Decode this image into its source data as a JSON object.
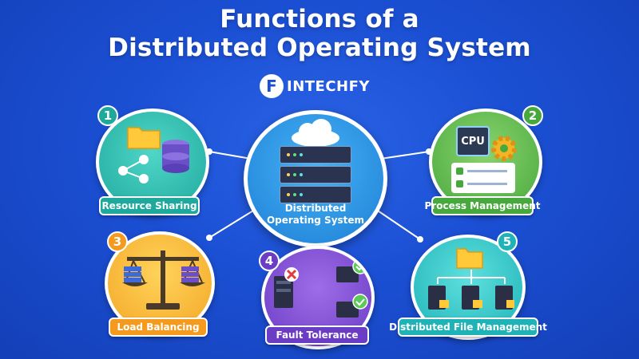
{
  "title": {
    "line1": "Functions of a",
    "line2": "Distributed Operating System"
  },
  "brand": {
    "logo_letter": "F",
    "name": "INTECHFY"
  },
  "center": {
    "label_line1": "Distributed",
    "label_line2": "Operating System"
  },
  "functions": [
    {
      "number": "1",
      "label": "Resource Sharing",
      "color": "#1fa99d"
    },
    {
      "number": "2",
      "label": "Process Management",
      "color": "#47a83d"
    },
    {
      "number": "3",
      "label": "Load Balancing",
      "color": "#f3a726"
    },
    {
      "number": "4",
      "label": "Fault Tolerance",
      "color": "#6b3cc4"
    },
    {
      "number": "5",
      "label": "Distributed File Management",
      "color": "#1fb2b6"
    }
  ],
  "process_icon": {
    "chip_text": "CPU"
  },
  "icons": {
    "resource": [
      "folder-icon",
      "database-icon",
      "share-icon"
    ],
    "process": [
      "cpu-chip-icon",
      "gear-icon",
      "checklist-icon"
    ],
    "load": [
      "balance-scale-icon",
      "server-icon"
    ],
    "fault": [
      "server-error-icon",
      "check-icon"
    ],
    "files": [
      "folder-icon",
      "server-icon"
    ],
    "center": [
      "cloud-icon",
      "server-rack-icon"
    ]
  },
  "colors": {
    "background": "#1b4fd3",
    "center": "#1d7fd6"
  }
}
